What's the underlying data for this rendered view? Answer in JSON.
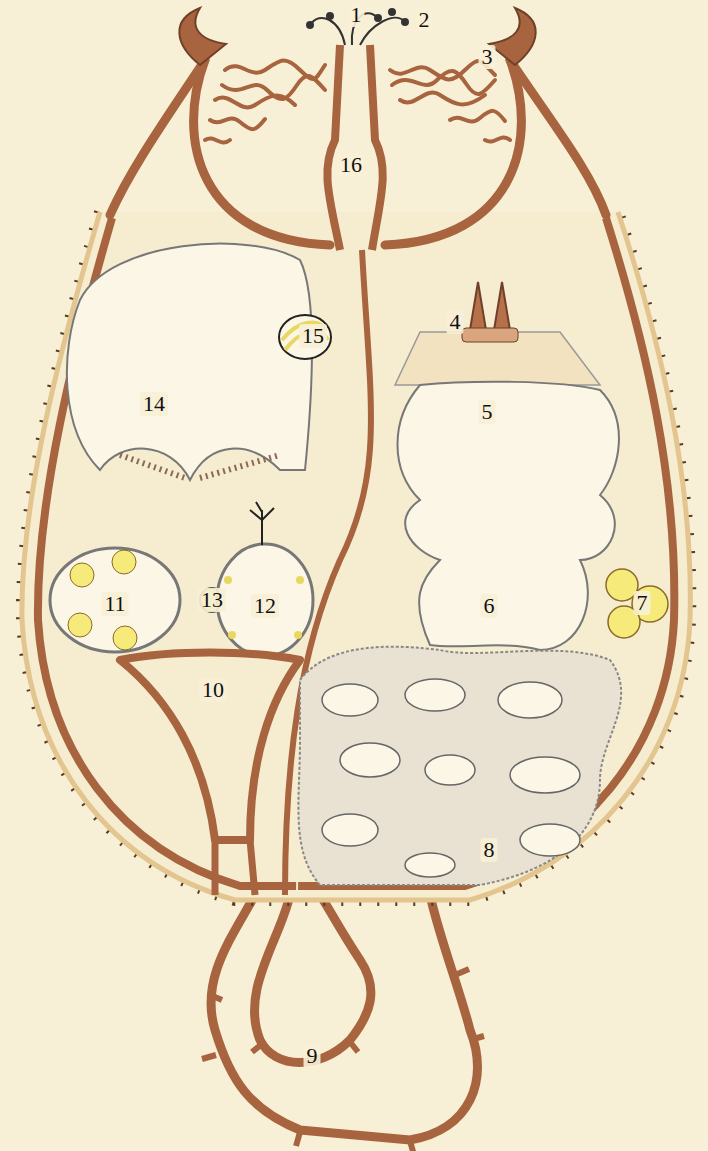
{
  "diagram": {
    "labels": [
      "1",
      "2",
      "3",
      "16",
      "4",
      "15",
      "14",
      "5",
      "11",
      "13",
      "12",
      "6",
      "7",
      "10",
      "8",
      "9"
    ]
  }
}
